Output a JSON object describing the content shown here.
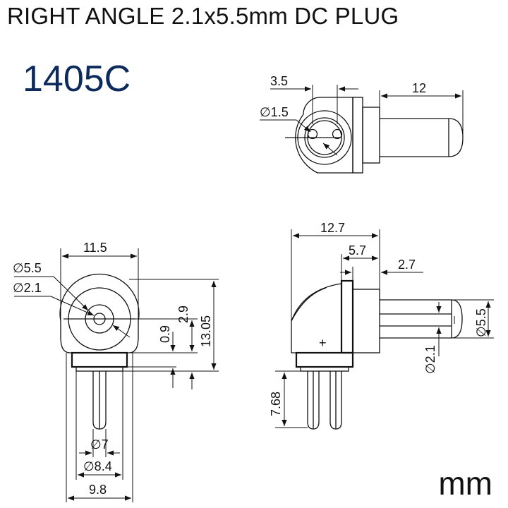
{
  "title": "RIGHT ANGLE 2.1x5.5mm DC PLUG",
  "part_number": "1405C",
  "units": "mm",
  "dimensions": {
    "top_view": {
      "pin_pitch": "3.5",
      "length": "12",
      "pin_dia": "∅1.5"
    },
    "front_view": {
      "width": "11.5",
      "outer_dia": "∅5.5",
      "inner_dia": "∅2.1",
      "offset": "0.9",
      "height_a": "2.9",
      "height_b": "13.05",
      "shaft_dia": "∅7",
      "base_dia": "∅8.4",
      "base_width": "9.8"
    },
    "side_view": {
      "overall": "12.7",
      "body": "5.7",
      "flange": "2.7",
      "barrel_dia": "∅5.5",
      "pin_dia": "∅2.1",
      "pin_length": "7.68"
    }
  }
}
